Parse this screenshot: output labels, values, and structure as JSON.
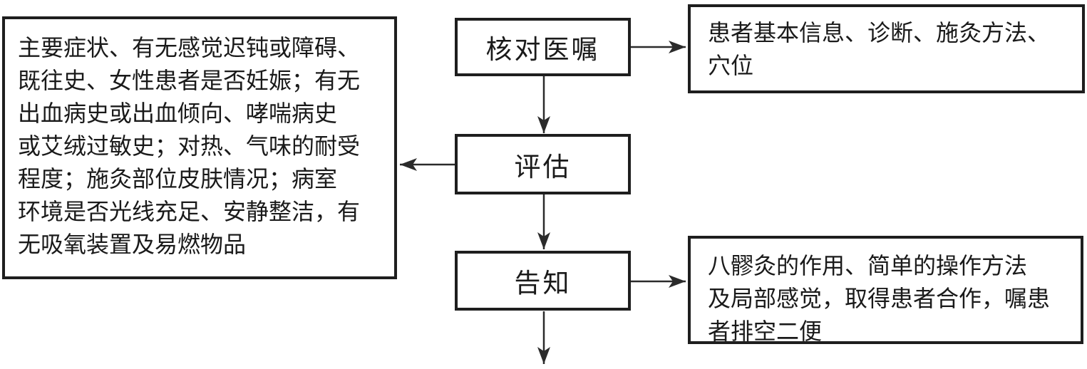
{
  "colors": {
    "background": "#ffffff",
    "box_border": "#1e1e1e",
    "text": "#1a1a1a",
    "arrow": "#2b2b2b"
  },
  "steps": {
    "verify": {
      "label": "核对医嘱"
    },
    "assess": {
      "label": "评估"
    },
    "inform": {
      "label": "告知"
    }
  },
  "notes": {
    "assess_note": {
      "text": "主要症状、有无感觉迟钝或障碍、\n既往史、女性患者是否妊娠；有无\n出血病史或出血倾向、哮喘病史\n或艾绒过敏史；对热、气味的耐受\n程度；施灸部位皮肤情况；病室\n环境是否光线充足、安静整洁，有\n无吸氧装置及易燃物品"
    },
    "verify_note": {
      "text": "患者基本信息、诊断、施灸方法、\n穴位"
    },
    "inform_note": {
      "text": "八髎灸的作用、简单的操作方法\n及局部感觉，取得患者合作，嘱患\n者排空二便"
    }
  },
  "connectors": [
    {
      "from": "verify",
      "to": "verify_note",
      "direction": "right"
    },
    {
      "from": "verify",
      "to": "assess",
      "direction": "down"
    },
    {
      "from": "assess",
      "to": "assess_note",
      "direction": "left"
    },
    {
      "from": "assess",
      "to": "inform",
      "direction": "down"
    },
    {
      "from": "inform",
      "to": "inform_note",
      "direction": "right"
    },
    {
      "from": "inform",
      "to": "next-step-offscreen",
      "direction": "down"
    }
  ]
}
